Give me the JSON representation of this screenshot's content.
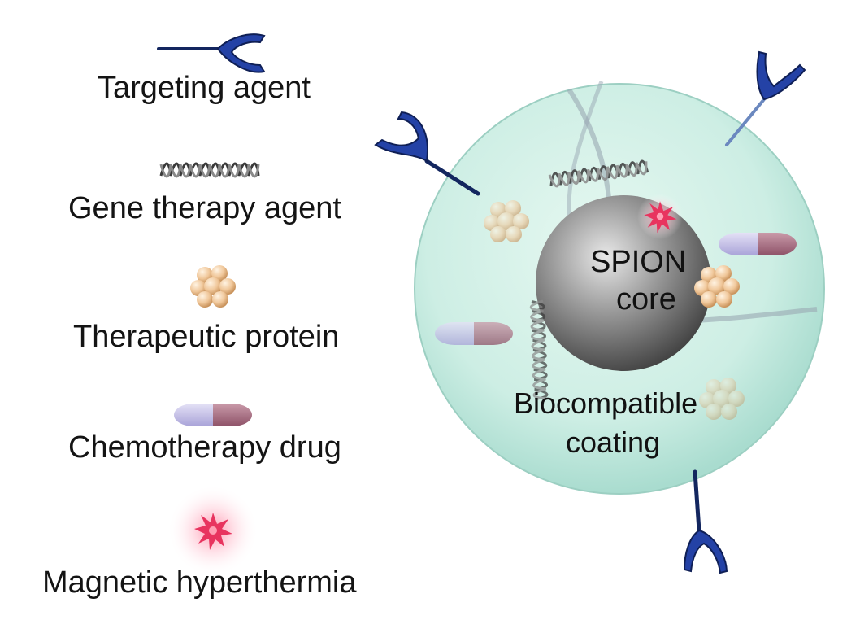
{
  "legend": {
    "targeting_agent": "Targeting agent",
    "gene_therapy_agent": "Gene therapy agent",
    "therapeutic_protein": "Therapeutic protein",
    "chemotherapy_drug": "Chemotherapy drug",
    "magnetic_hyperthermia": "Magnetic hyperthermia"
  },
  "nanoparticle": {
    "core_line1": "SPION",
    "core_line2": "core",
    "coating_line1": "Biocompatible",
    "coating_line2": "coating"
  },
  "colors": {
    "coating": "#cdeee4",
    "core": "#6e6e6e",
    "antibody": "#1e3a8a",
    "protein": "#eec79a",
    "drug_left": "#c9c5ea",
    "drug_right": "#b07a8e",
    "hyperthermia": "#e8345f"
  },
  "icons": [
    "antibody-icon",
    "dna-helix-icon",
    "protein-cluster-icon",
    "capsule-icon",
    "starburst-icon"
  ]
}
